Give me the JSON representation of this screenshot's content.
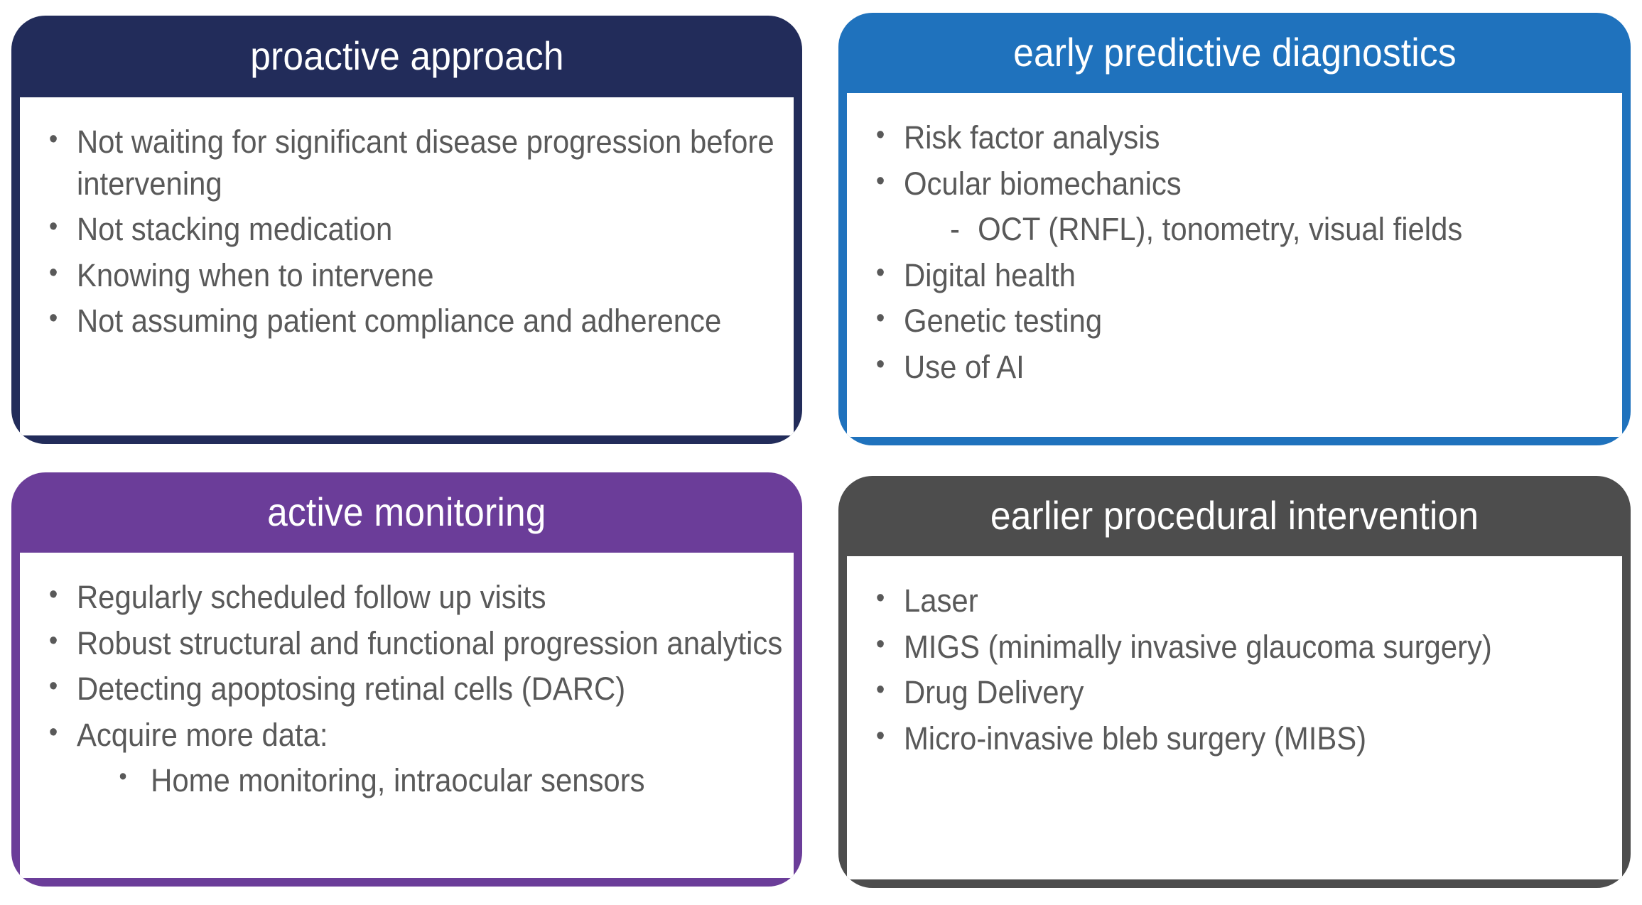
{
  "colors": {
    "proactive_header": "#222c5a",
    "diagnostics_header": "#1f72bd",
    "monitoring_header": "#6b3d99",
    "procedural_header": "#4d4d4d",
    "body_background": "#ffffff",
    "bullet_text": "#595959",
    "title_text": "#ffffff"
  },
  "cards": [
    {
      "id": "proactive",
      "title": "proactive approach",
      "items": [
        {
          "level": 1,
          "marker": "bullet",
          "text": "Not waiting for significant disease progression before intervening"
        },
        {
          "level": 1,
          "marker": "bullet",
          "text": "Not stacking medication"
        },
        {
          "level": 1,
          "marker": "bullet",
          "text": "Knowing when to intervene"
        },
        {
          "level": 1,
          "marker": "bullet",
          "text": "Not assuming patient compliance and adherence"
        }
      ]
    },
    {
      "id": "diagnostics",
      "title": "early predictive diagnostics",
      "items": [
        {
          "level": 1,
          "marker": "bullet",
          "text": "Risk factor analysis"
        },
        {
          "level": 1,
          "marker": "bullet",
          "text": "Ocular biomechanics"
        },
        {
          "level": 2,
          "marker": "dash",
          "text": "OCT (RNFL), tonometry, visual fields"
        },
        {
          "level": 1,
          "marker": "bullet",
          "text": "Digital health"
        },
        {
          "level": 1,
          "marker": "bullet",
          "text": "Genetic testing"
        },
        {
          "level": 1,
          "marker": "bullet",
          "text": "Use of AI"
        }
      ]
    },
    {
      "id": "monitoring",
      "title": "active monitoring",
      "items": [
        {
          "level": 1,
          "marker": "bullet",
          "text": "Regularly scheduled follow up visits"
        },
        {
          "level": 1,
          "marker": "bullet",
          "text": "Robust structural and functional progression analytics"
        },
        {
          "level": 1,
          "marker": "bullet",
          "text": "Detecting apoptosing retinal cells (DARC)"
        },
        {
          "level": 1,
          "marker": "bullet",
          "text": "Acquire more data:"
        },
        {
          "level": 2,
          "marker": "bullet",
          "text": "Home monitoring, intraocular sensors"
        }
      ]
    },
    {
      "id": "procedural",
      "title": "earlier procedural intervention",
      "items": [
        {
          "level": 1,
          "marker": "bullet",
          "text": "Laser"
        },
        {
          "level": 1,
          "marker": "bullet",
          "text": "MIGS (minimally invasive glaucoma surgery)"
        },
        {
          "level": 1,
          "marker": "bullet",
          "text": "Drug Delivery"
        },
        {
          "level": 1,
          "marker": "bullet",
          "text": "Micro-invasive bleb surgery (MIBS)"
        }
      ]
    }
  ]
}
